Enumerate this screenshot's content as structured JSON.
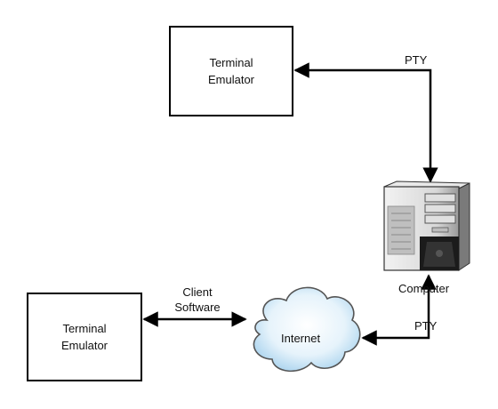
{
  "nodes": {
    "top_terminal": {
      "line1": "Terminal",
      "line2": "Emulator"
    },
    "bottom_terminal": {
      "line1": "Terminal",
      "line2": "Emulator"
    },
    "computer": {
      "label": "Computer"
    },
    "internet": {
      "label": "Internet"
    }
  },
  "edges": {
    "pty_top": "PTY",
    "pty_bottom": "PTY",
    "client_software": {
      "line1": "Client",
      "line2": "Software"
    }
  }
}
